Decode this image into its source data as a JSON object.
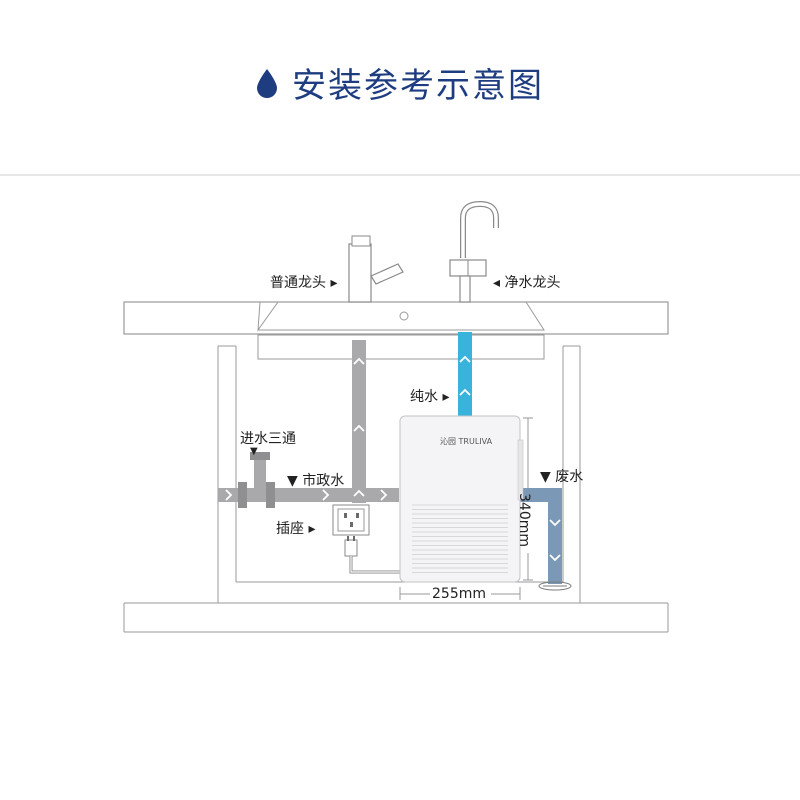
{
  "title": "安装参考示意图",
  "icons": {
    "title": "water-drop-icon"
  },
  "labels": {
    "normal_faucet": "普通龙头 ▸",
    "pure_faucet": "◂ 净水龙头",
    "pure_water": "纯水 ▸",
    "inlet_tee": "进水三通",
    "municipal_water": "▼ 市政水",
    "waste_water": "▼ 废水",
    "socket": "插座 ▸",
    "width": "255mm",
    "height": "340mm"
  },
  "purifier": {
    "brand": "沁园 TRULIVA"
  },
  "colors": {
    "title": "#1e3c80",
    "pure_pipe": "#3ab3dc",
    "municipal_pipe": "#a9a9ab",
    "waste_pipe": "#7b98b6",
    "line": "#9a9a9a"
  }
}
